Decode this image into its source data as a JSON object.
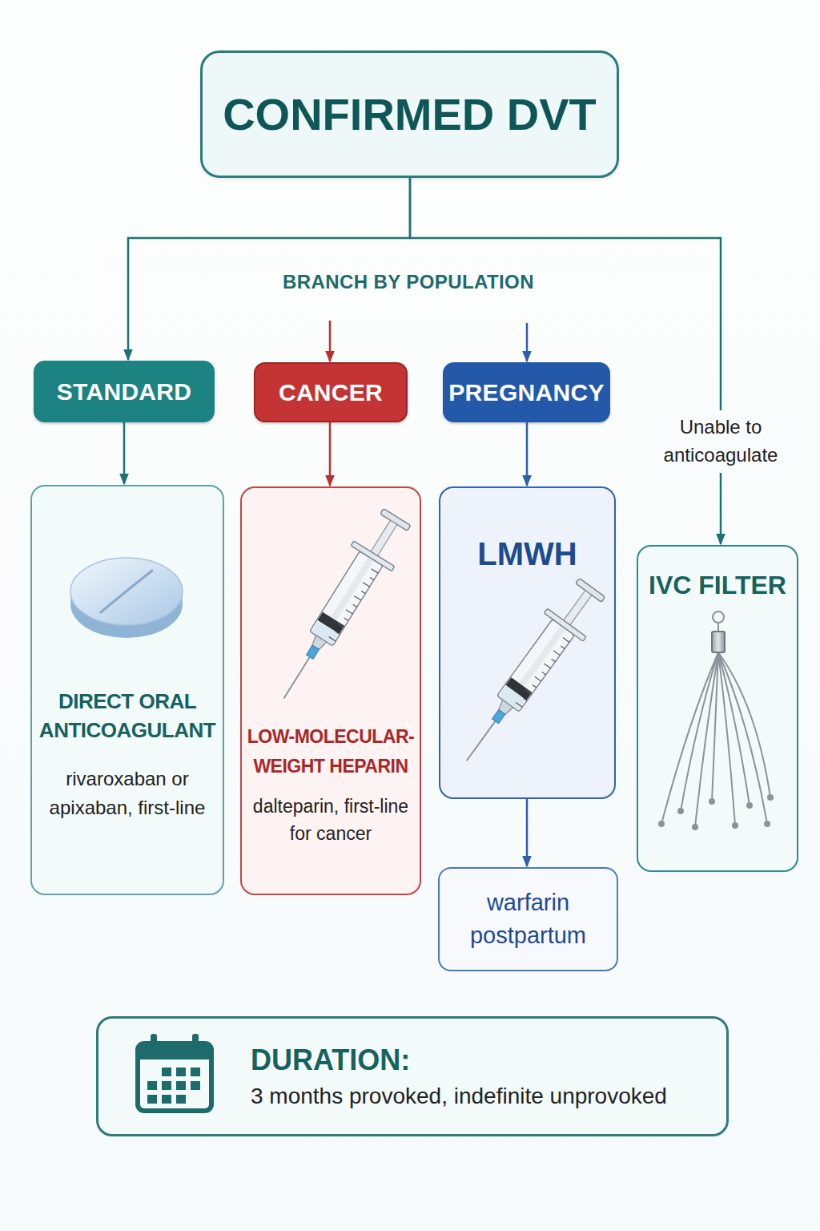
{
  "diagram": {
    "nodes": [
      {
        "text": [
          "CONFIRMED DVT"
        ]
      },
      {
        "text": [
          "STANDARD"
        ]
      },
      {
        "text": [
          "CANCER"
        ]
      },
      {
        "text": [
          "PREGNANCY"
        ]
      },
      {
        "text": [
          "DIRECT ORAL ANTICOAGULANT",
          "rivaroxaban or apixaban, first-line"
        ]
      },
      {
        "text": [
          "LOW-MOLECULAR-WEIGHT HEPARIN",
          "dalteparin, first-line for cancer"
        ]
      },
      {
        "text": [
          "LMWH"
        ]
      },
      {
        "text": [
          "IVC FILTER"
        ]
      },
      {
        "text": [
          "warfarin postpartum"
        ]
      },
      {
        "text": [
          "DURATION:",
          "3 months provoked, indefinite unprovoked"
        ]
      }
    ],
    "edges": [
      {
        "from": 0,
        "to": 1,
        "arrow": "to"
      },
      {
        "from": 0,
        "to": 2,
        "arrow": "to"
      },
      {
        "from": 0,
        "to": 3,
        "arrow": "to"
      },
      {
        "from": 0,
        "to": 7,
        "label": "Unable to anticoagulate",
        "arrow": "to"
      },
      {
        "from": 1,
        "to": 4,
        "arrow": "to"
      },
      {
        "from": 2,
        "to": 5,
        "arrow": "to"
      },
      {
        "from": 3,
        "to": 6,
        "arrow": "to"
      },
      {
        "from": 6,
        "to": 8,
        "arrow": "to"
      }
    ],
    "labels": [
      "BRANCH BY POPULATION"
    ]
  }
}
